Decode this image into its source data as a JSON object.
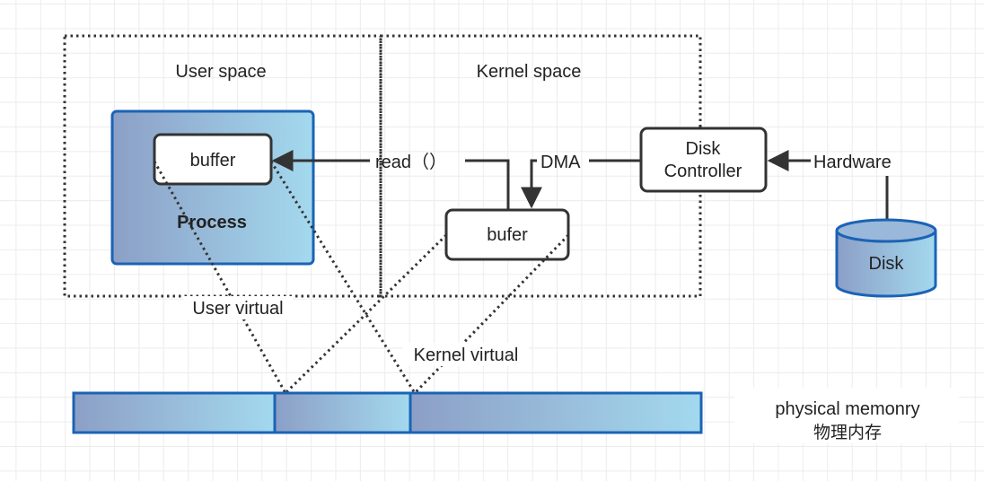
{
  "regions": {
    "user_space": "User space",
    "kernel_space": "Kernel space"
  },
  "process": {
    "label": "Process",
    "buffer_label": "buffer"
  },
  "kernel_buffer": {
    "label": "bufer"
  },
  "arrows": {
    "read_label": "read（）",
    "dma_label": "DMA",
    "hardware_label": "Hardware"
  },
  "disk_controller": {
    "line1": "Disk",
    "line2": "Controller"
  },
  "disk": {
    "label": "Disk"
  },
  "mappings": {
    "user_virtual": "User virtual",
    "kernel_virtual": "Kernel virtual"
  },
  "physical_memory": {
    "line1": "physical memonry",
    "line2": "物理内存"
  },
  "colors": {
    "gradient_start": "#8c9fc6",
    "gradient_end": "#a3d9ee",
    "border_blue": "#1b63b6",
    "line_dark": "#333333"
  }
}
